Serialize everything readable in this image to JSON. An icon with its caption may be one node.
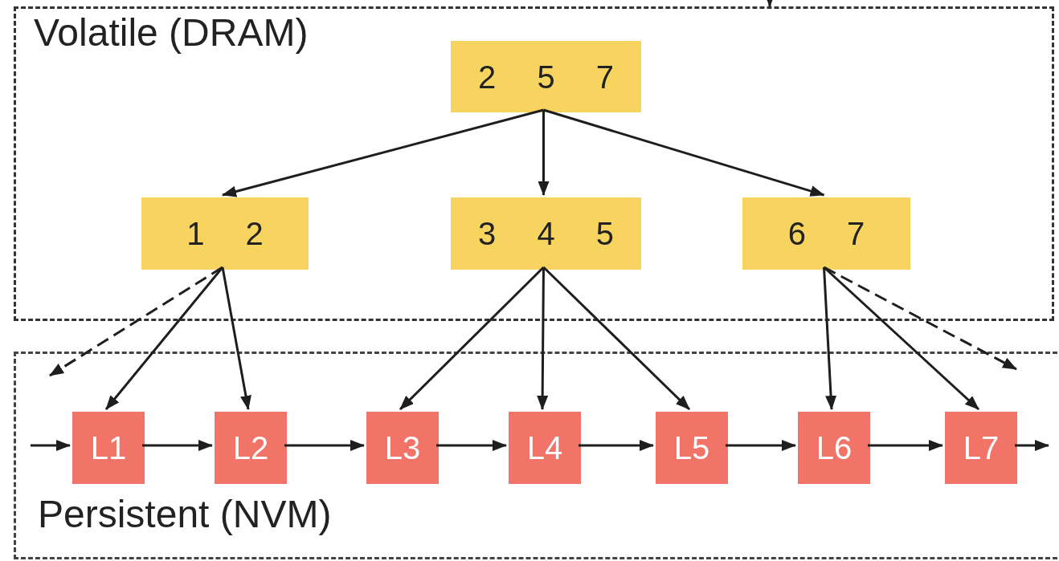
{
  "diagram": {
    "nodes": [
      {
        "text": [
          "Volatile (DRAM)"
        ]
      },
      {
        "text": [
          "Persistent (NVM)"
        ]
      },
      {
        "text": [
          "2 5 7"
        ],
        "in": 0
      },
      {
        "text": [
          "1 2"
        ],
        "in": 0
      },
      {
        "text": [
          "3 4 5"
        ],
        "in": 0
      },
      {
        "text": [
          "6 7"
        ],
        "in": 0
      },
      {
        "text": [
          "L1"
        ],
        "in": 1
      },
      {
        "text": [
          "L2"
        ],
        "in": 1
      },
      {
        "text": [
          "L3"
        ],
        "in": 1
      },
      {
        "text": [
          "L4"
        ],
        "in": 1
      },
      {
        "text": [
          "L5"
        ],
        "in": 1
      },
      {
        "text": [
          "L6"
        ],
        "in": 1
      },
      {
        "text": [
          "L7"
        ],
        "in": 1
      }
    ],
    "edges": [
      {
        "from": null,
        "to": 0,
        "arrow": "to"
      },
      {
        "from": 2,
        "to": 3,
        "arrow": "to"
      },
      {
        "from": 2,
        "to": 4,
        "arrow": "to"
      },
      {
        "from": 2,
        "to": 5,
        "arrow": "to"
      },
      {
        "from": 3,
        "to": 1,
        "arrow": "to",
        "style": "dashed"
      },
      {
        "from": 3,
        "to": 6,
        "arrow": "to"
      },
      {
        "from": 3,
        "to": 7,
        "arrow": "to"
      },
      {
        "from": 4,
        "to": 8,
        "arrow": "to"
      },
      {
        "from": 4,
        "to": 9,
        "arrow": "to"
      },
      {
        "from": 4,
        "to": 10,
        "arrow": "to"
      },
      {
        "from": 5,
        "to": 11,
        "arrow": "to"
      },
      {
        "from": 5,
        "to": 12,
        "arrow": "to"
      },
      {
        "from": 5,
        "to": 1,
        "arrow": "to",
        "style": "dashed"
      },
      {
        "from": null,
        "to": 6,
        "arrow": "to"
      },
      {
        "from": 6,
        "to": 7,
        "arrow": "to"
      },
      {
        "from": 7,
        "to": 8,
        "arrow": "to"
      },
      {
        "from": 8,
        "to": 9,
        "arrow": "to"
      },
      {
        "from": 9,
        "to": 10,
        "arrow": "to"
      },
      {
        "from": 10,
        "to": 11,
        "arrow": "to"
      },
      {
        "from": 11,
        "to": 12,
        "arrow": "to"
      },
      {
        "from": 12,
        "to": null,
        "arrow": "to"
      }
    ]
  }
}
